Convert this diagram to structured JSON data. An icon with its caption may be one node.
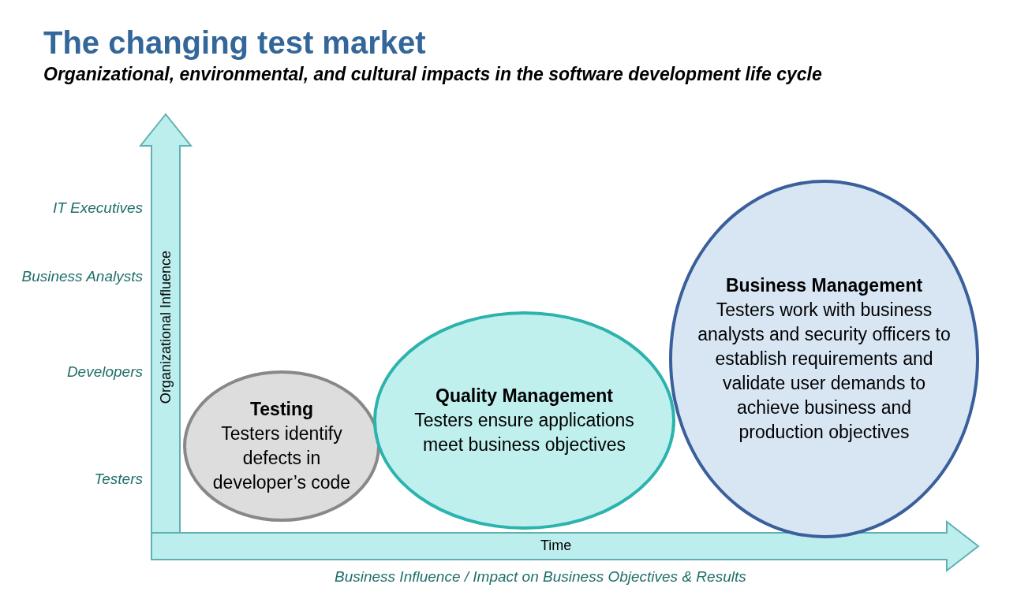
{
  "diagram": {
    "title": "The changing test market",
    "nodes": [
      {
        "text": [
          "Testing",
          "Testers identify defects in developer’s code"
        ]
      },
      {
        "text": [
          "Quality Management",
          "Testers ensure applications meet business objectives"
        ]
      },
      {
        "text": [
          "Business Management",
          "Testers work with business analysts and security officers to establish requirements and validate user demands to achieve business and production objectives"
        ]
      }
    ],
    "labels": [
      "Organizational, environmental, and cultural impacts in the software development life cycle",
      "IT Executives",
      "Business Analysts",
      "Developers",
      "Testers",
      "Organizational Influence",
      "Time",
      "Business Influence / Impact on Business Objectives & Results"
    ]
  }
}
